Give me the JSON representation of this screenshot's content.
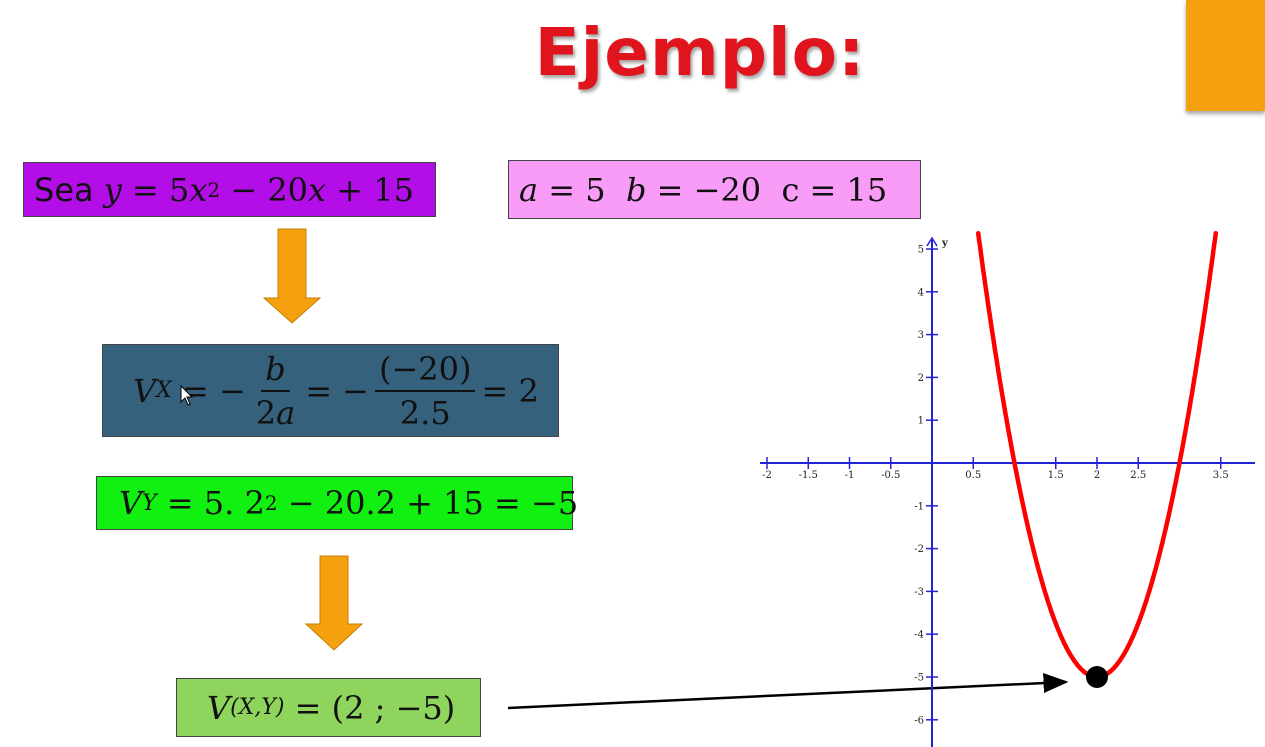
{
  "title": "Ejemplo:",
  "steps": {
    "given": {
      "label": "Sea",
      "lhs": "y",
      "eq": "=",
      "t1": "5",
      "v1": "x",
      "p1": "2",
      "op1": "−",
      "t2": "20",
      "v2": "x",
      "op2": "+",
      "t3": "15"
    },
    "coeffs": {
      "a_var": "a",
      "a_val": "= 5",
      "b_var": "b",
      "b_val": "= −20",
      "c_var": "c",
      "c_val": "= 15"
    },
    "vx": {
      "lhs": "V",
      "lhs_sub": "X",
      "eq1": "= −",
      "n1": "b",
      "d1a": "2",
      "d1b": "a",
      "eq2": "= −",
      "n2": "(−20)",
      "d2": "2.5",
      "result": "= 2"
    },
    "vy": {
      "lhs": "V",
      "lhs_sub": "Y",
      "expr1": "= 5. 2",
      "pow": "2",
      "expr2": " − 20.2 + 15 = −5"
    },
    "vertex": {
      "lhs": "V",
      "lhs_sub": "(X,Y)",
      "value": "= (2 ; −5)"
    }
  },
  "colors": {
    "title": "#e0141c",
    "arrow": "#f5a00f",
    "given_bg": "#b40ee8",
    "coeffs_bg": "#f99cf7",
    "vx_bg": "#35617d",
    "vy_bg": "#11f011",
    "vertex_bg": "#8fd45c",
    "curve": "#ff0000",
    "axis": "#2323d6"
  },
  "chart_data": {
    "type": "line",
    "function": "y = 5x^2 - 20x + 15",
    "x_ticks": [
      "-2",
      "-1.5",
      "-1",
      "-0.5",
      "0.5",
      "1.5",
      "2",
      "2.5",
      "3.5"
    ],
    "x_tick_values": [
      -2,
      -1.5,
      -1,
      -0.5,
      0.5,
      1.5,
      2,
      2.5,
      3.5
    ],
    "y_ticks": [
      "5",
      "4",
      "3",
      "2",
      "1",
      "-1",
      "-2",
      "-3",
      "-4",
      "-5",
      "-6"
    ],
    "y_tick_values": [
      5,
      4,
      3,
      2,
      1,
      -1,
      -2,
      -3,
      -4,
      -5,
      -6
    ],
    "ylabel": "y",
    "xlim": [
      -2.1,
      3.8
    ],
    "ylim": [
      -6.5,
      5.5
    ],
    "vertex": [
      2,
      -5
    ],
    "grid": false
  }
}
